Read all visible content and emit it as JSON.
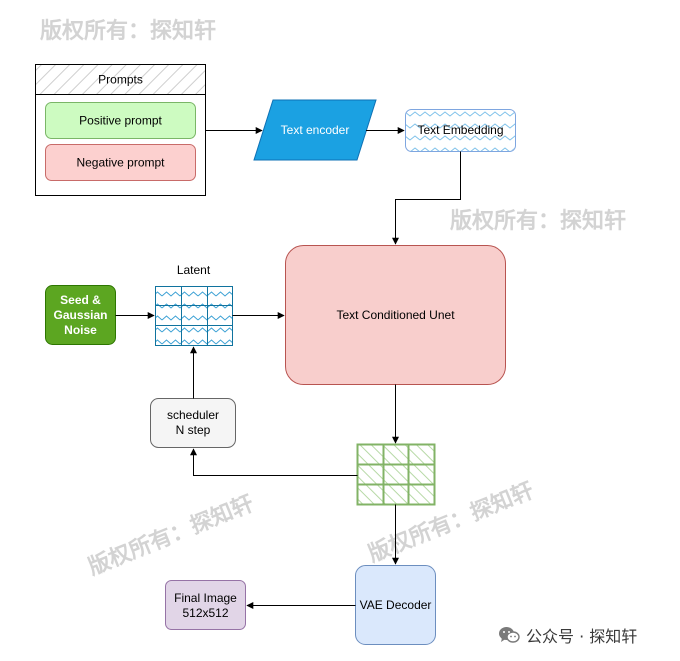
{
  "watermarks": {
    "top_left": "版权所有：探知轩",
    "mid_right": "版权所有：探知轩",
    "lower_left": "版权所有：探知轩",
    "lower_right": "版权所有：探知轩"
  },
  "footer": {
    "icon": "wechat-icon",
    "label": "公众号 · 探知轩"
  },
  "nodes": {
    "prompts_title": "Prompts",
    "positive_prompt": "Positive prompt",
    "negative_prompt": "Negative prompt",
    "text_encoder": "Text encoder",
    "text_embedding": "Text Embedding",
    "latent_label": "Latent",
    "seed_noise": [
      "Seed &",
      "Gaussian",
      "Noise"
    ],
    "unet": "Text Conditioned Unet",
    "scheduler": [
      "scheduler",
      "N step"
    ],
    "vae_decoder": "VAE Decoder",
    "final_image": [
      "Final Image",
      "512x512"
    ]
  },
  "colors": {
    "positive_fill": "#cdfbc1",
    "positive_stroke": "#7ab667",
    "negative_fill": "#fcd0cf",
    "negative_stroke": "#c86b69",
    "encoder_fill": "#1ba1e2",
    "encoder_stroke": "#0e71b5",
    "embedding_stroke": "#7ea6e0",
    "embedding_pattern": "#55aadd",
    "seed_fill": "#5ca621",
    "seed_stroke": "#2d7600",
    "unet_fill": "#f8cecc",
    "unet_stroke": "#b85450",
    "scheduler_fill": "#f5f5f5",
    "scheduler_stroke": "#666666",
    "latent_grid": "#10739e",
    "output_grid": "#82b366",
    "vae_fill": "#dae8fc",
    "vae_stroke": "#6c8ebf",
    "final_fill": "#e1d5e7",
    "final_stroke": "#9673a6"
  }
}
